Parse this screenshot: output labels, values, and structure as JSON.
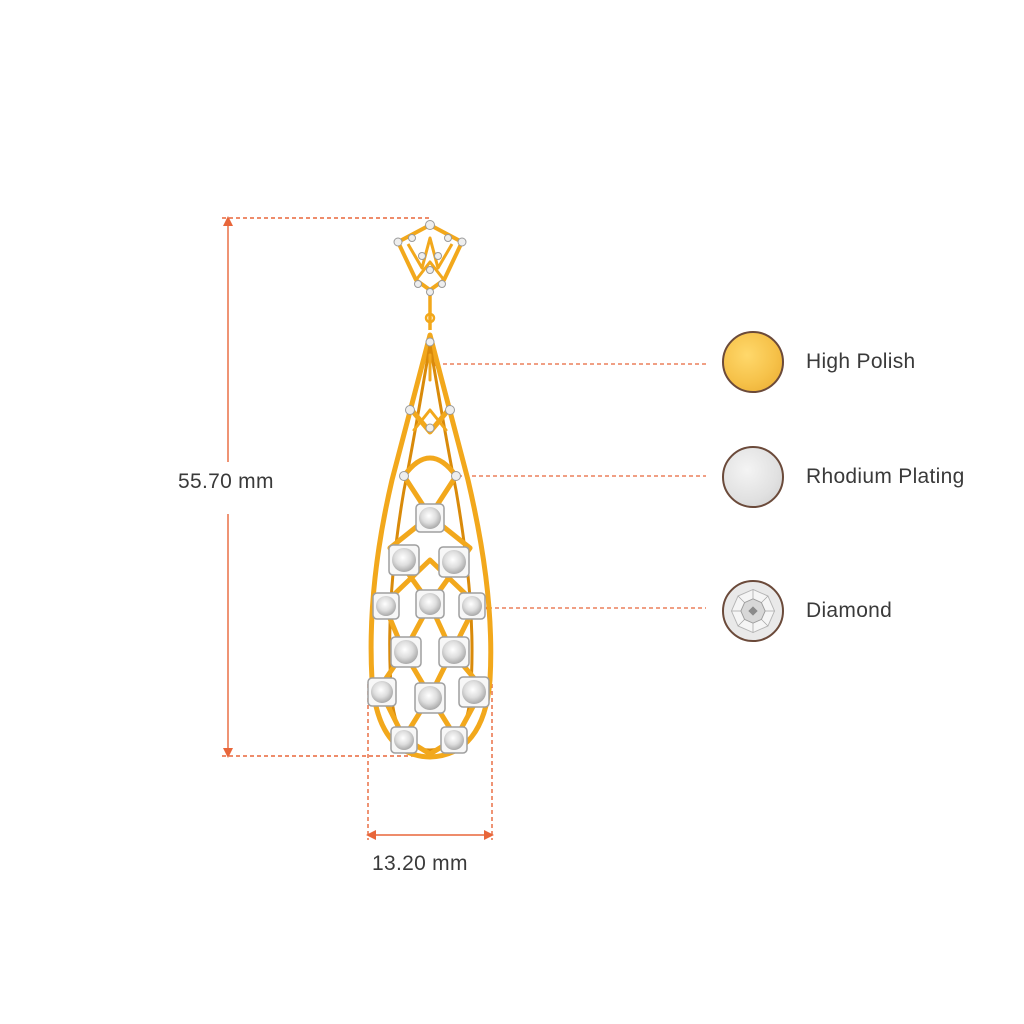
{
  "dimensions": {
    "height": "55.70 mm",
    "width": "13.20 mm"
  },
  "legend": [
    {
      "label": "High Polish",
      "swatch": "gold-swatch-icon",
      "color": "#f4bf45"
    },
    {
      "label": "Rhodium Plating",
      "swatch": "rhodium-swatch-icon",
      "color": "#e3e3e3"
    },
    {
      "label": "Diamond",
      "swatch": "diamond-swatch-icon",
      "color": "#eaeaea"
    }
  ],
  "colors": {
    "gold": "#f2a81c",
    "gold_dark": "#d98a0a",
    "measure_line": "#e8663a",
    "stone": "#dcdcdc"
  }
}
